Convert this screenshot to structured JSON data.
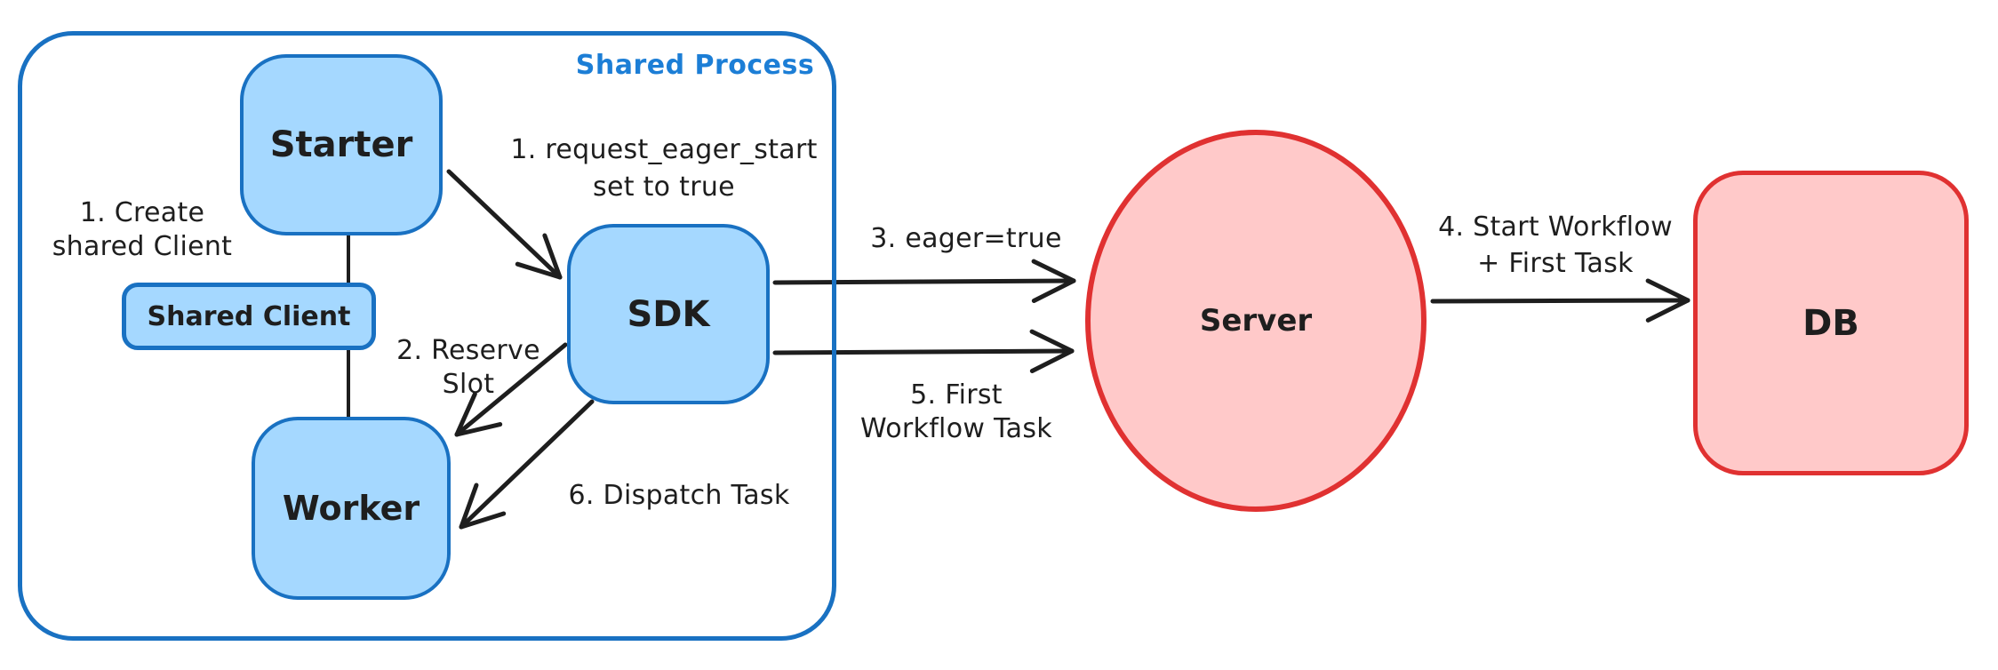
{
  "title": "Shared Process",
  "nodes": {
    "starter": {
      "label": "Starter"
    },
    "shared_client": {
      "label": "Shared Client"
    },
    "worker": {
      "label": "Worker"
    },
    "sdk": {
      "label": "SDK"
    },
    "server": {
      "label": "Server"
    },
    "db": {
      "label": "DB"
    }
  },
  "annotations": {
    "create_shared_client": {
      "line1": "1. Create",
      "line2": "shared Client"
    },
    "request_eager_start": {
      "line1": "1. request_eager_start",
      "line2": "set to true"
    },
    "reserve_slot": {
      "line1": "2. Reserve",
      "line2": "Slot"
    },
    "eager_true": {
      "line1": "3. eager=true"
    },
    "start_workflow_first_task": {
      "line1": "4. Start Workflow",
      "line2": "+ First Task"
    },
    "first_workflow_task": {
      "line1": "5. First",
      "line2": "Workflow Task"
    },
    "dispatch_task": {
      "line1": "6. Dispatch Task"
    }
  },
  "colors": {
    "blue_stroke": "#1971c2",
    "blue_fill": "#a5d8ff",
    "blue_text": "#1c7ed6",
    "red_stroke": "#e03131",
    "red_fill": "#ffc9c9",
    "ink": "#1e1e1e",
    "background": "#ffffff"
  }
}
